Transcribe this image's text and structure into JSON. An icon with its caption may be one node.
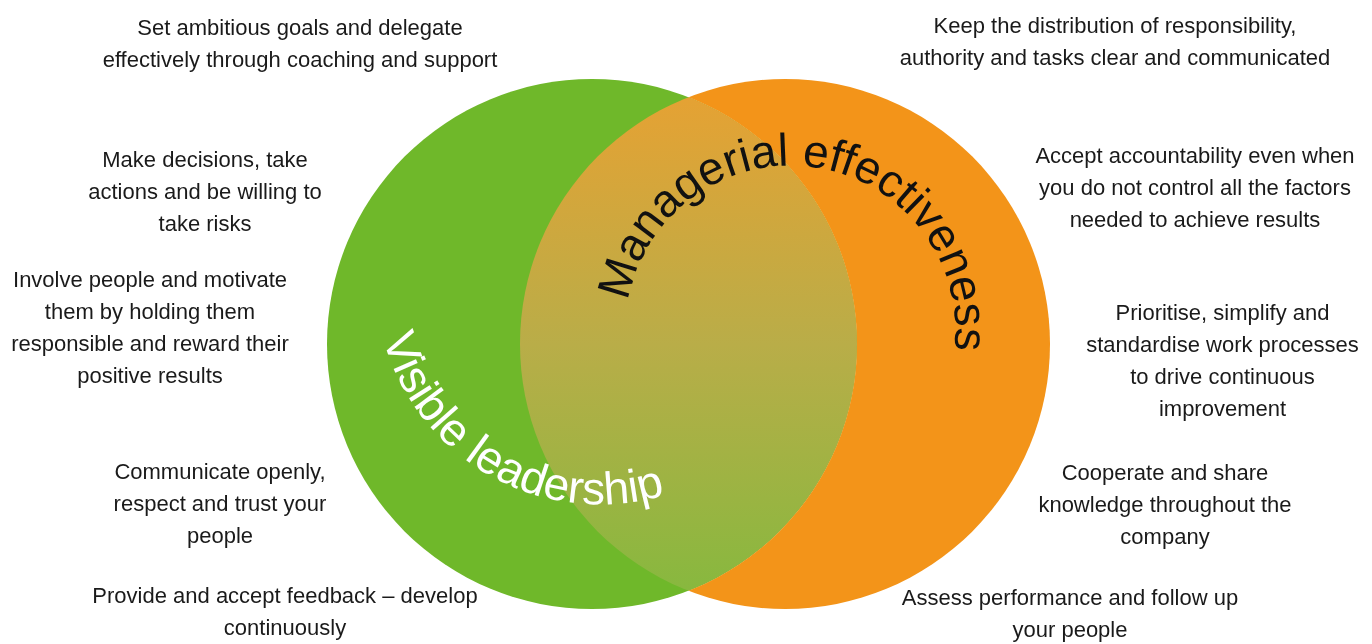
{
  "diagram": {
    "nodes": [
      {
        "text": [
          "Visible leadership"
        ]
      },
      {
        "text": [
          "Managerial effectiveness"
        ]
      }
    ],
    "labels": [
      "Set ambitious goals and delegate effectively through coaching and support",
      "Make decisions, take actions and be willing to take risks",
      "Involve people and motivate them by holding them responsible and reward their positive results",
      "Communicate openly, respect and trust your people",
      "Provide and accept feedback – develop continuously",
      "Keep the distribution of responsibility, authority and tasks clear and communicated",
      "Accept accountability even when you do not control all the factors needed to achieve results",
      "Prioritise, simplify and standardise work processes to drive continuous improvement",
      "Cooperate and share knowledge throughout the company",
      "Assess performance and follow up your people"
    ]
  }
}
